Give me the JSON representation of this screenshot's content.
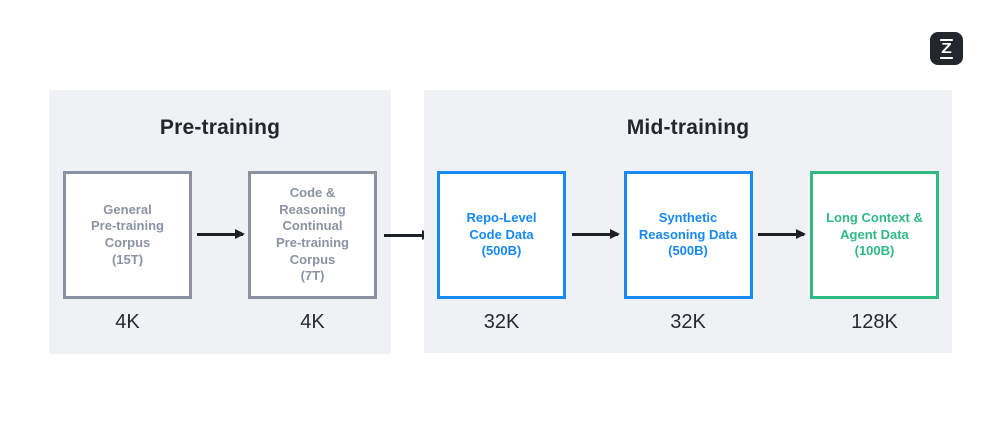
{
  "logo": {
    "glyph": "Z",
    "bg_color": "#23262d",
    "fg_color": "#ffffff"
  },
  "colors": {
    "page_bg": "#ffffff",
    "panel_bg": "#f0f1f5",
    "gray_accent": "#8b93a3",
    "blue_accent": "#1789f4",
    "green_accent": "#2fba84",
    "dark_text": "#262b33",
    "arrow": "#1d2126"
  },
  "sections": [
    {
      "title": "Pre-training",
      "boxes": [
        {
          "text": "General\nPre-training\nCorpus\n(15T)",
          "context_window": "4K",
          "accent": "#8b93a3"
        },
        {
          "text": "Code &\nReasoning\nContinual\nPre-training\nCorpus\n(7T)",
          "context_window": "4K",
          "accent": "#8b93a3"
        }
      ]
    },
    {
      "title": "Mid-training",
      "boxes": [
        {
          "text": "Repo-Level\nCode Data\n(500B)",
          "context_window": "32K",
          "accent": "#1789f4"
        },
        {
          "text": "Synthetic\nReasoning Data\n(500B)",
          "context_window": "32K",
          "accent": "#1789f4"
        },
        {
          "text": "Long Context &\nAgent Data\n(100B)",
          "context_window": "128K",
          "accent": "#2fba84"
        }
      ]
    }
  ]
}
